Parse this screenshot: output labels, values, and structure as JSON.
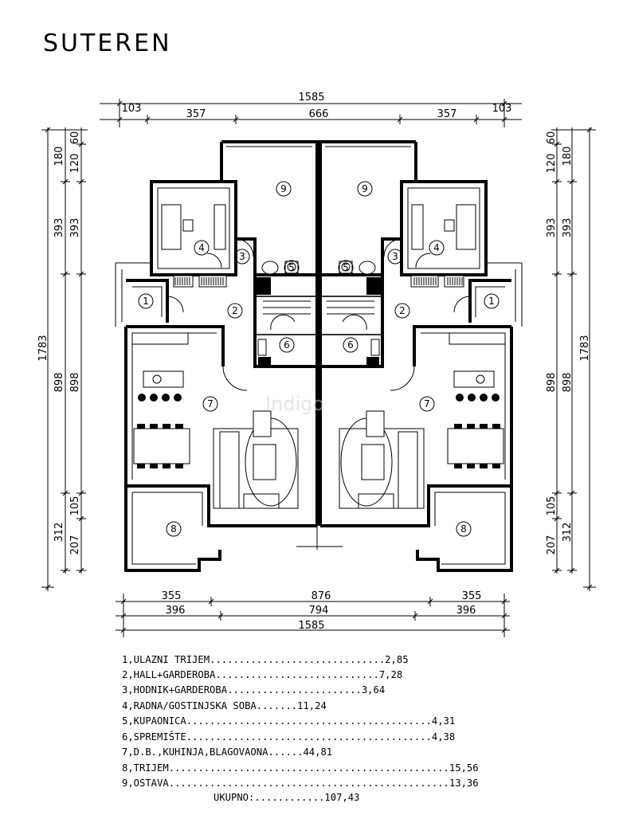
{
  "title": "SUTEREN",
  "watermark": "Indigo",
  "dimensions": {
    "top_total": "1585",
    "top_parts": [
      "103",
      "357",
      "666",
      "357",
      "103"
    ],
    "bottom_row1": [
      "355",
      "876",
      "355"
    ],
    "bottom_row2": [
      "396",
      "794",
      "396"
    ],
    "bottom_total": "1585",
    "left_outer": "1783",
    "left_a": [
      "180",
      "393",
      "898",
      "312"
    ],
    "left_b": [
      "60",
      "120",
      "393",
      "898",
      "105",
      "207"
    ],
    "right_outer": "1783",
    "right_a": [
      "180",
      "393",
      "898",
      "312"
    ],
    "right_b": [
      "60",
      "120",
      "393",
      "898",
      "105",
      "207"
    ]
  },
  "room_labels": [
    "1",
    "2",
    "3",
    "4",
    "5",
    "6",
    "7",
    "8",
    "9"
  ],
  "legend": [
    "1,ULAZNI TRIJEM..............................2,85",
    "2,HALL+GARDEROBA............................7,28",
    "3,HODNIK+GARDEROBA.......................3,64",
    "4,RADNA/GOSTINJSKA SOBA.......11,24",
    "5,KUPAONICA..........................................4,31",
    "6,SPREMIŠTE..........................................4,38",
    "7,D.B.,KUHINJA,BLAGOVAONA......44,81",
    "8,TRIJEM................................................15,56",
    "9,OSTAVA................................................13,36"
  ],
  "total": "UKUPNO:............107,43"
}
